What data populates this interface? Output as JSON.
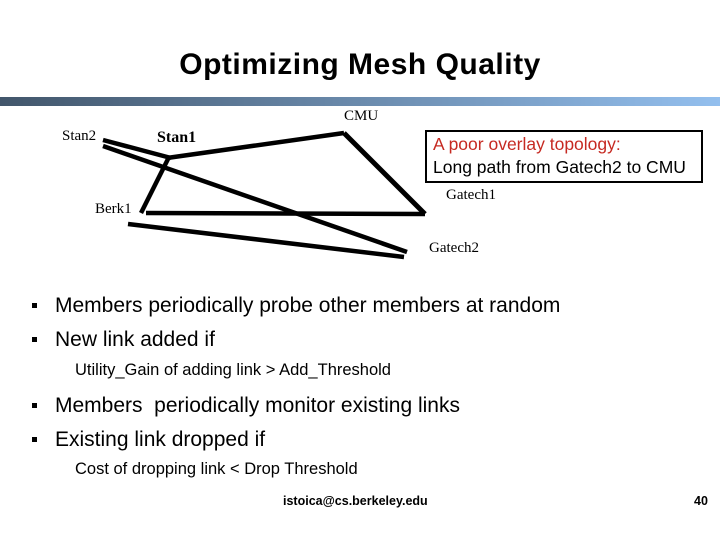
{
  "title": "Optimizing Mesh Quality",
  "theme": {
    "bar_gradient_left": "#42566b",
    "bar_gradient_right": "#93bfee",
    "callout_heading_color": "#c62a22",
    "diagram_line_color": "#000000"
  },
  "diagram": {
    "nodes": [
      {
        "id": "stan2",
        "label": "Stan2"
      },
      {
        "id": "stan1",
        "label": "Stan1"
      },
      {
        "id": "cmu",
        "label": "CMU"
      },
      {
        "id": "berk1",
        "label": "Berk1"
      },
      {
        "id": "gatech1",
        "label": "Gatech1"
      },
      {
        "id": "gatech2",
        "label": "Gatech2"
      }
    ],
    "edges": [
      {
        "from": "Stan2",
        "to": "Stan1"
      },
      {
        "from": "Stan2",
        "to": "Gatech2"
      },
      {
        "from": "Stan1",
        "to": "CMU"
      },
      {
        "from": "Stan1",
        "to": "Berk1"
      },
      {
        "from": "Berk1",
        "to": "Gatech1"
      },
      {
        "from": "CMU",
        "to": "Gatech1"
      },
      {
        "from": "Berk1",
        "to": "Gatech2"
      }
    ],
    "callout": {
      "heading": "A poor overlay topology:",
      "detail": "Long path from Gatech2 to CMU"
    }
  },
  "bullets": [
    {
      "level": 1,
      "text": "Members periodically probe other members at random"
    },
    {
      "level": 1,
      "text": "New link added if"
    },
    {
      "level": 2,
      "text": "Utility_Gain of adding link > Add_Threshold"
    },
    {
      "level": 1,
      "text": "Members  periodically monitor existing links"
    },
    {
      "level": 1,
      "text": "Existing link dropped if"
    },
    {
      "level": 2,
      "text": "Cost of dropping link < Drop Threshold"
    }
  ],
  "footer": {
    "email": "istoica@cs.berkeley.edu",
    "page_number": "40"
  }
}
